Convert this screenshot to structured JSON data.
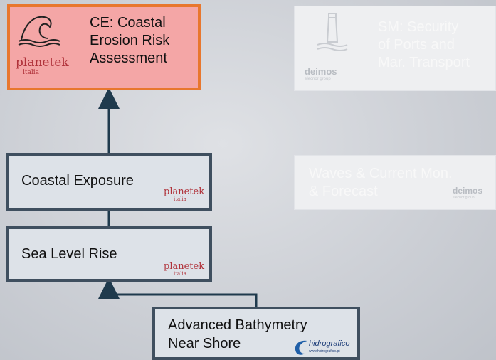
{
  "nodes": {
    "ce": {
      "lines": [
        "CE: Coastal",
        "Erosion Risk",
        "Assessment"
      ]
    },
    "sm": {
      "lines": [
        "SM: Security",
        "of Ports and",
        "Mar. Transport"
      ]
    },
    "waves": {
      "lines": [
        "Waves & Current Mon.",
        "& Forecast"
      ]
    },
    "coastal_exposure": {
      "label": "Coastal Exposure"
    },
    "sea_level_rise": {
      "label": "Sea Level Rise"
    },
    "bathymetry": {
      "lines": [
        "Advanced Bathymetry",
        "Near Shore"
      ]
    }
  },
  "logos": {
    "planetek": {
      "name": "planetek",
      "sub": "italia"
    },
    "deimos": {
      "name": "deimos",
      "sub": "elecnor group"
    },
    "hidrografico": {
      "name": "hidrografico",
      "sub": "www.hidrografico.pt"
    }
  },
  "icons": {
    "ce_icon": "wave-icon",
    "sm_icon": "lighthouse-icon"
  },
  "colors": {
    "ce_fill": "#f4a6a6",
    "ce_border": "#e8772e",
    "node_fill": "#dde2e8",
    "node_border": "#3f4f5f",
    "planetek_text": "#b0323a",
    "arrow": "#1f3a4d"
  }
}
